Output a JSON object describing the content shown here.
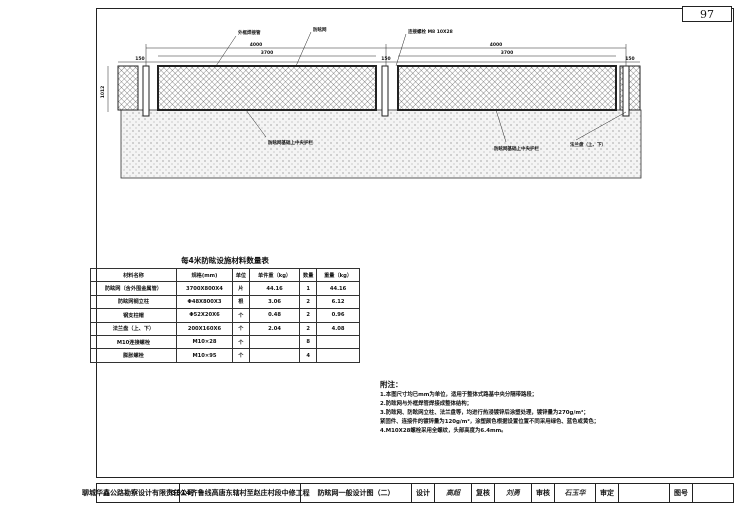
{
  "page_number": "97",
  "drawing": {
    "labels": {
      "mesh_fence": "外框焊接管",
      "fence_post": "防眩网",
      "bolt": "连接螺栓 M8 10X28",
      "ground_left": "防眩网基础上中央护栏",
      "ground_right": "防眩网基础上中央护栏",
      "anchor": "法兰盘（上、下）"
    },
    "dims": {
      "span_total": "4000",
      "span_panel": "3700",
      "span_total_right": "4000",
      "span_panel_right": "3700",
      "post_left": "150",
      "post_right": "150",
      "post_mid": "150",
      "height": "1012"
    }
  },
  "material_table": {
    "caption": "每4米防眩设施材料数量表",
    "headers": [
      "材料名称",
      "规格(mm)",
      "单位",
      "单件重（kg）",
      "数量",
      "重量（kg）"
    ],
    "rows": [
      [
        "防眩网（含外围金属管）",
        "3700X800X4",
        "片",
        "44.16",
        "1",
        "44.16"
      ],
      [
        "防眩网钢立柱",
        "Φ48X800X3",
        "根",
        "3.06",
        "2",
        "6.12"
      ],
      [
        "钢支柱帽",
        "Φ52X20X6",
        "个",
        "0.48",
        "2",
        "0.96"
      ],
      [
        "法兰盘（上、下）",
        "200X160X6",
        "个",
        "2.04",
        "2",
        "4.08"
      ],
      [
        "M10连接螺栓",
        "M10×28",
        "个",
        "",
        "8",
        ""
      ],
      [
        "膨胀螺栓",
        "M10×95",
        "个",
        "",
        "4",
        ""
      ]
    ]
  },
  "notes": {
    "title": "附注：",
    "items": [
      "1.本图尺寸均已mm为单位，适用于整体式路基中央分隔带路段；",
      "2.防眩网与外框焊管焊接成整体结构；",
      "3.防眩网、防眩网立柱、法兰盘等，均进行热浸镀锌后涂塑处理，镀锌量为270g/m²；",
      "   紧固件、连接件的镀锌量为120g/m²，涂塑颜色根据设置位置不同采用绿色、蓝色或黄色；",
      "4.M10X28螺栓采用全螺纹，头部高度为6.4mm。"
    ]
  },
  "title_block": {
    "company": "聊城华鑫公路勘察设计有限责任公司",
    "project": "G514齐鲁线高唐东辖村至赵庄村段中修工程",
    "drawing_title": "防眩网一般设计图（二）",
    "design_label": "设计",
    "design_sig": "高超",
    "check_label": "复核",
    "check_sig": "刘勇",
    "review_label": "审核",
    "review_sig": "石玉华",
    "approve_label": "审定",
    "approve_sig": "",
    "sheet_label": "图号",
    "sheet_value": ""
  }
}
